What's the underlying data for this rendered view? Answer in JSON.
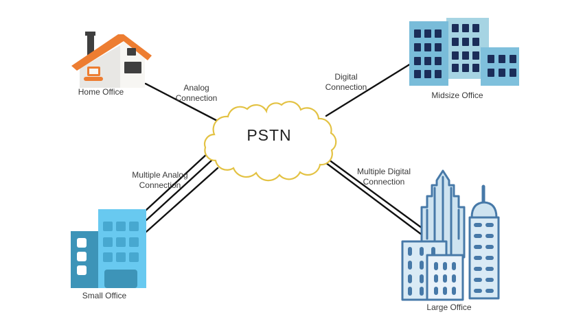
{
  "diagram": {
    "type": "network-topology",
    "center": {
      "label": "PSTN"
    },
    "nodes": [
      {
        "id": "home-office",
        "label": "Home Office",
        "icon": "house-icon",
        "position": "top-left"
      },
      {
        "id": "midsize-office",
        "label": "Midsize Office",
        "icon": "office-buildings-icon",
        "position": "top-right"
      },
      {
        "id": "small-office",
        "label": "Small Office",
        "icon": "office-building-icon",
        "position": "bottom-left"
      },
      {
        "id": "large-office",
        "label": "Large Office",
        "icon": "skyscraper-icon",
        "position": "bottom-right"
      }
    ],
    "connections": [
      {
        "id": "analog",
        "label": "Analog Connection",
        "from": "home-office",
        "to": "pstn",
        "line_count": 1
      },
      {
        "id": "digital",
        "label": "Digital Connection",
        "from": "pstn",
        "to": "midsize-office",
        "line_count": 1
      },
      {
        "id": "multiple-analog",
        "label": "Multiple Analog Connection",
        "from": "small-office",
        "to": "pstn",
        "line_count": 3
      },
      {
        "id": "multiple-digital",
        "label": "Multiple Digital Connection",
        "from": "pstn",
        "to": "large-office",
        "line_count": 2
      }
    ],
    "colors": {
      "background": "#FFFFFF",
      "connection_line": "#111111",
      "cloud_outline": "#E3C243",
      "cloud_fill": "#FFFFFF",
      "label_text": "#383838",
      "house_roof_orange": "#ED7D31",
      "house_wall_front": "#F7F6F3",
      "house_wall_side": "#E8E7E4",
      "house_window_dark": "#3F3F3F",
      "midsize_building_medium": "#79BCD9",
      "midsize_building_light": "#A6D4E3",
      "midsize_window_navy": "#1B2D59",
      "small_building_teal": "#3D94B8",
      "small_building_sky": "#68C9F0",
      "small_window_blue": "#47A8D0",
      "large_outline_blue": "#4779A8",
      "large_fill_light": "#D9EAF5",
      "large_fill_pale": "#CEE3F0"
    }
  }
}
